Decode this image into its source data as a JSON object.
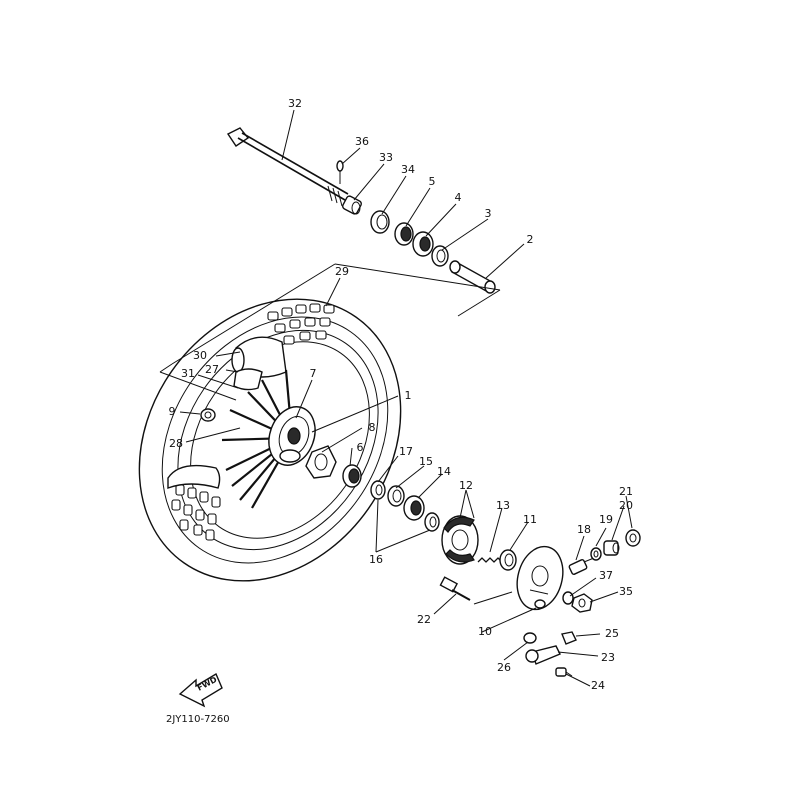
{
  "diagram_code": "2JY110-7260",
  "fwd_label": "FWD",
  "callouts": [
    {
      "id": "1",
      "label": "1"
    },
    {
      "id": "2",
      "label": "2"
    },
    {
      "id": "3",
      "label": "3"
    },
    {
      "id": "4",
      "label": "4"
    },
    {
      "id": "5",
      "label": "5"
    },
    {
      "id": "6",
      "label": "6"
    },
    {
      "id": "7",
      "label": "7"
    },
    {
      "id": "8",
      "label": "8"
    },
    {
      "id": "9",
      "label": "9"
    },
    {
      "id": "10",
      "label": "10"
    },
    {
      "id": "11",
      "label": "11"
    },
    {
      "id": "12",
      "label": "12"
    },
    {
      "id": "13",
      "label": "13"
    },
    {
      "id": "14",
      "label": "14"
    },
    {
      "id": "15",
      "label": "15"
    },
    {
      "id": "16",
      "label": "16"
    },
    {
      "id": "17",
      "label": "17"
    },
    {
      "id": "18",
      "label": "18"
    },
    {
      "id": "19",
      "label": "19"
    },
    {
      "id": "20",
      "label": "20"
    },
    {
      "id": "21",
      "label": "21"
    },
    {
      "id": "22",
      "label": "22"
    },
    {
      "id": "23",
      "label": "23"
    },
    {
      "id": "24",
      "label": "24"
    },
    {
      "id": "25",
      "label": "25"
    },
    {
      "id": "26",
      "label": "26"
    },
    {
      "id": "27",
      "label": "27"
    },
    {
      "id": "28",
      "label": "28"
    },
    {
      "id": "29",
      "label": "29"
    },
    {
      "id": "30",
      "label": "30"
    },
    {
      "id": "31",
      "label": "31"
    },
    {
      "id": "32",
      "label": "32"
    },
    {
      "id": "33",
      "label": "33"
    },
    {
      "id": "34",
      "label": "34"
    },
    {
      "id": "35",
      "label": "35"
    },
    {
      "id": "36",
      "label": "36"
    },
    {
      "id": "37",
      "label": "37"
    }
  ]
}
